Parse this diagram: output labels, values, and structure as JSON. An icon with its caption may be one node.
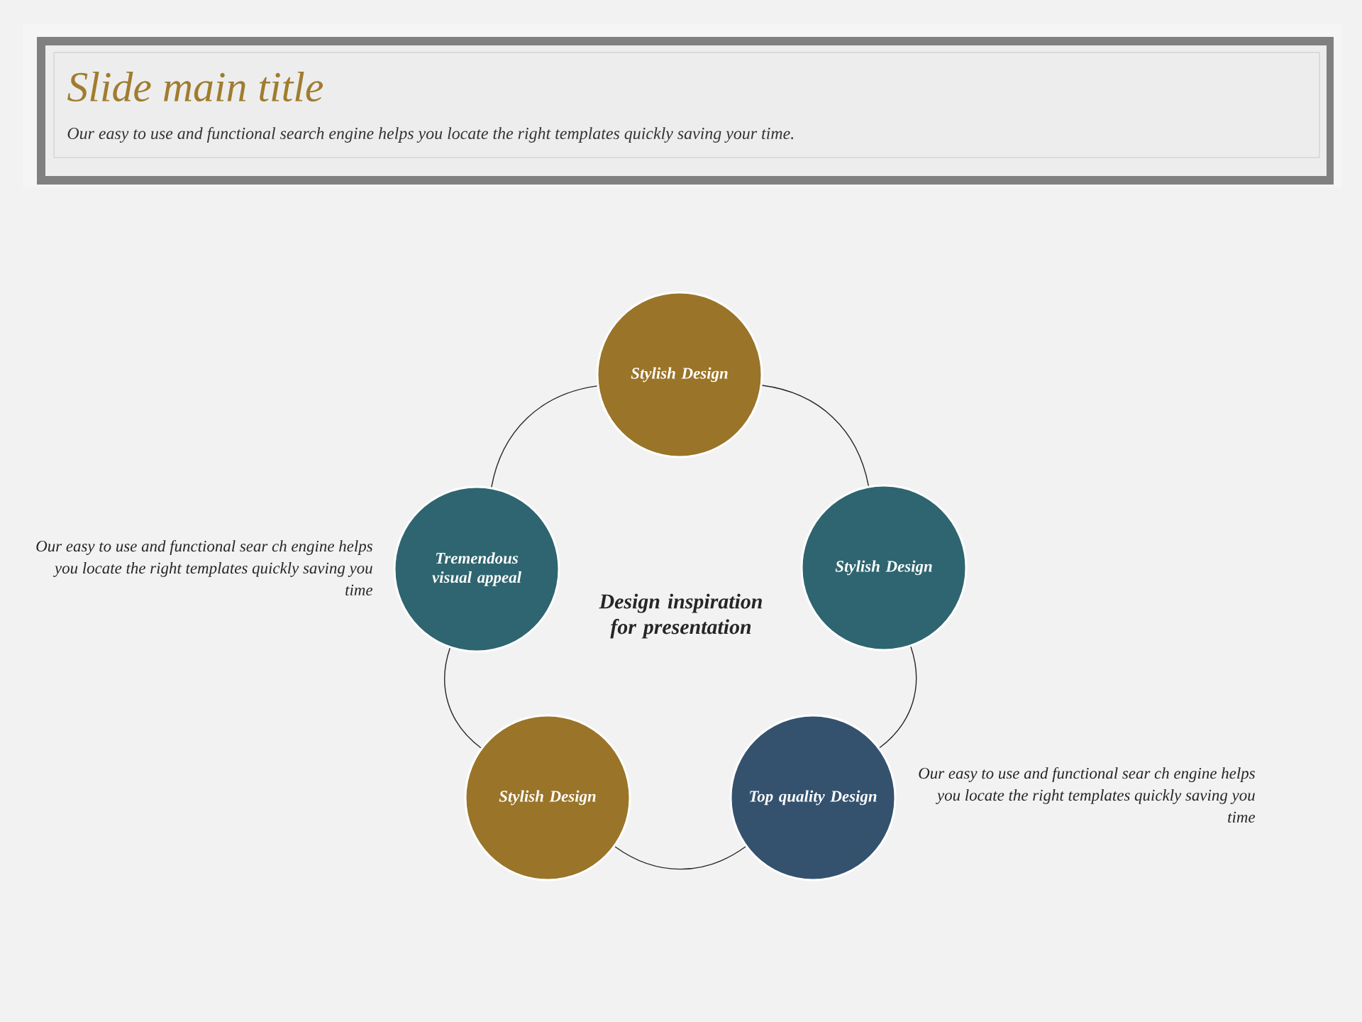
{
  "diagram": {
    "title": "Slide main title",
    "caption": "Our easy to use and functional search engine helps you locate the right templates quickly  saving your time.",
    "nodes": [
      {
        "text": [
          "Stylish Design"
        ]
      },
      {
        "text": [
          "Tremendous visual appeal"
        ]
      },
      {
        "text": [
          "Stylish Design"
        ]
      },
      {
        "text": [
          "Stylish Design"
        ]
      },
      {
        "text": [
          "Top quality Design"
        ]
      }
    ],
    "edges": [
      {
        "from": 0,
        "to": 2,
        "arrow": "none"
      },
      {
        "from": 2,
        "to": 4,
        "arrow": "none"
      },
      {
        "from": 4,
        "to": 3,
        "arrow": "none"
      },
      {
        "from": 3,
        "to": 1,
        "arrow": "none"
      },
      {
        "from": 1,
        "to": 0,
        "arrow": "none"
      }
    ],
    "labels": [
      "Our easy to use and functional sear ch engine helps you locate the right templates quickly saving you time",
      "Design inspiration for presentation",
      "Our easy to use and functional sear ch engine helps you locate the right templates quickly saving you time"
    ]
  }
}
